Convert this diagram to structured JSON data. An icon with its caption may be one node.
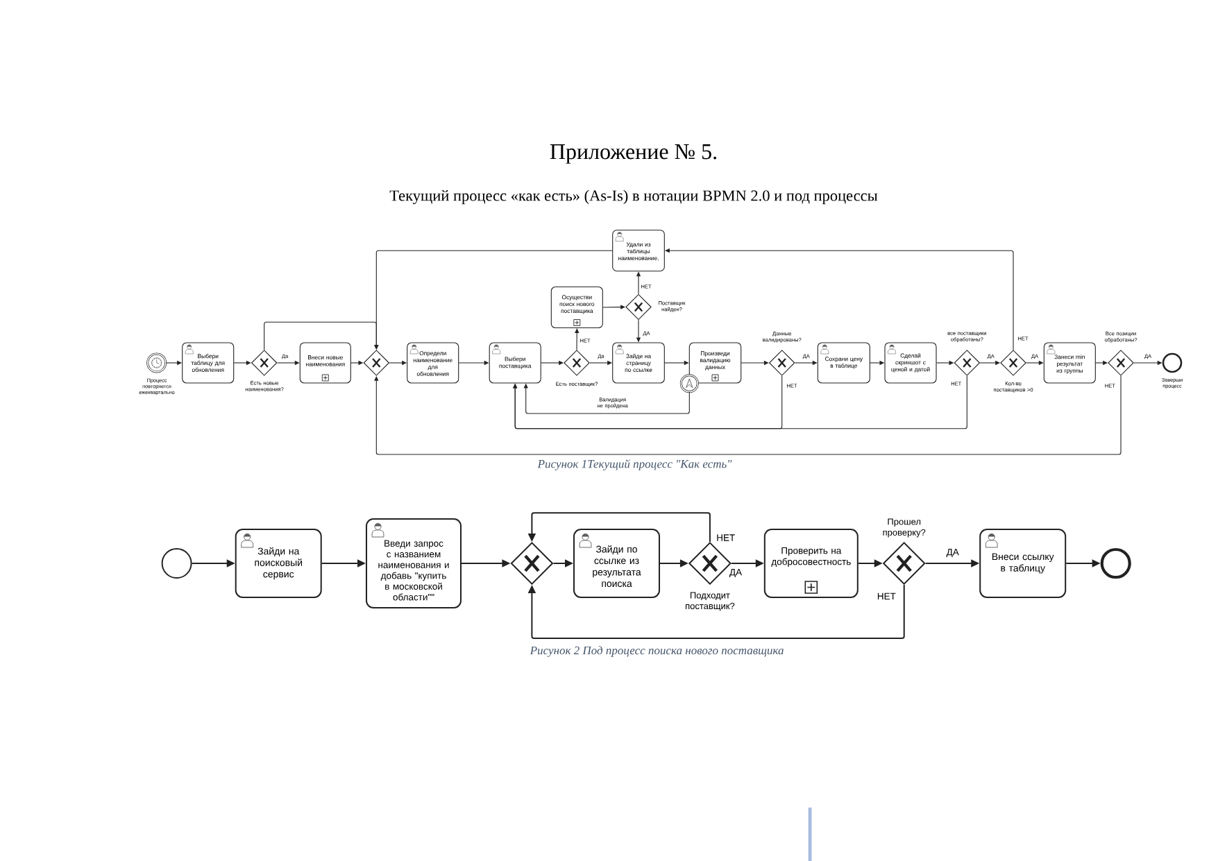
{
  "diagram": {
    "title": "Приложение № 5.",
    "nodes": [
      {
        "text": [],
        "shape": "circle",
        "beside": [
          "Процесс повторяется ежеквартально"
        ]
      },
      {
        "text": [
          "Выбери таблицу для обновления"
        ]
      },
      {
        "text": [],
        "shape": "diamond",
        "beside": [
          "Есть новые наименования?"
        ]
      },
      {
        "text": [
          "Внеси новые наименования"
        ]
      },
      {
        "text": [],
        "shape": "diamond"
      },
      {
        "text": [
          "Определи наименование для обновления"
        ]
      },
      {
        "text": [
          "Выбери поставщика"
        ]
      },
      {
        "text": [],
        "shape": "diamond",
        "beside": [
          "Есть поставщик?"
        ]
      },
      {
        "text": [
          "Осуществи поиск нового поставщика"
        ]
      },
      {
        "text": [],
        "shape": "diamond",
        "beside": [
          "Поставщик найден?"
        ]
      },
      {
        "text": [
          "Удали из таблицы наименование."
        ]
      },
      {
        "text": [
          "Зайди на страницу по ссылке"
        ]
      },
      {
        "text": [
          "Произведи валидацию данных"
        ]
      },
      {
        "text": [],
        "shape": "circle"
      },
      {
        "text": [],
        "shape": "diamond",
        "beside": [
          "Данные валидированы?"
        ]
      },
      {
        "text": [
          "Сохрани цену в таблице"
        ]
      },
      {
        "text": [
          "Сделай скриншот с ценой и датой"
        ]
      },
      {
        "text": [],
        "shape": "diamond",
        "beside": [
          "все поставщики обработаны?"
        ]
      },
      {
        "text": [],
        "shape": "diamond",
        "beside": [
          "Кол-во поставщиков >0"
        ]
      },
      {
        "text": [
          "Занеси min результат из группы"
        ]
      },
      {
        "text": [],
        "shape": "diamond",
        "beside": [
          "Все позиции обработаны?"
        ]
      },
      {
        "text": [],
        "shape": "circle",
        "beside": [
          "Заверши процесс"
        ]
      },
      {
        "text": [],
        "shape": "circle"
      },
      {
        "text": [
          "Зайди на поисковый сервис"
        ]
      },
      {
        "text": [
          "Введи запрос с названием наименования и добавь \"купить в московской области\"\""
        ]
      },
      {
        "text": [],
        "shape": "diamond"
      },
      {
        "text": [
          "Зайди по ссылке из результата поиска"
        ]
      },
      {
        "text": [],
        "shape": "diamond",
        "beside": [
          "Подходит поставщик?"
        ]
      },
      {
        "text": [
          "Проверить на добросовестность"
        ]
      },
      {
        "text": [],
        "shape": "diamond",
        "beside": [
          "Прошел проверку?"
        ]
      },
      {
        "text": [
          "Внеси ссылку в таблицу"
        ]
      },
      {
        "text": [],
        "shape": "circle"
      }
    ],
    "edges": [
      {
        "from": 0,
        "to": 1,
        "arrow": "to"
      },
      {
        "from": 1,
        "to": 2,
        "arrow": "to"
      },
      {
        "from": 2,
        "to": 3,
        "arrow": "to",
        "label": "Да"
      },
      {
        "from": 2,
        "to": 4,
        "arrow": "to"
      },
      {
        "from": 3,
        "to": 4,
        "arrow": "to"
      },
      {
        "from": 4,
        "to": 5,
        "arrow": "to"
      },
      {
        "from": 5,
        "to": 6,
        "arrow": "to"
      },
      {
        "from": 6,
        "to": 7,
        "arrow": "to"
      },
      {
        "from": 7,
        "to": 11,
        "arrow": "to",
        "label": "Да"
      },
      {
        "from": 7,
        "to": 8,
        "arrow": "to",
        "label": "НЕТ"
      },
      {
        "from": 8,
        "to": 9,
        "arrow": "to"
      },
      {
        "from": 9,
        "to": 10,
        "arrow": "to",
        "label": "НЕТ"
      },
      {
        "from": 9,
        "to": 11,
        "arrow": "to",
        "label": "ДА"
      },
      {
        "from": 10,
        "to": 4,
        "arrow": "to"
      },
      {
        "from": 11,
        "to": 12,
        "arrow": "to"
      },
      {
        "from": 13,
        "to": 6,
        "arrow": "to",
        "label": "Валидация не пройдена"
      },
      {
        "from": 12,
        "to": 14,
        "arrow": "to"
      },
      {
        "from": 14,
        "to": 15,
        "arrow": "to",
        "label": "ДА"
      },
      {
        "from": 14,
        "to": 6,
        "arrow": "to",
        "label": "НЕТ"
      },
      {
        "from": 15,
        "to": 16,
        "arrow": "to"
      },
      {
        "from": 16,
        "to": 17,
        "arrow": "to"
      },
      {
        "from": 17,
        "to": 18,
        "arrow": "to",
        "label": "ДА"
      },
      {
        "from": 17,
        "to": 6,
        "arrow": "to",
        "label": "НЕТ"
      },
      {
        "from": 18,
        "to": 19,
        "arrow": "to",
        "label": "ДА"
      },
      {
        "from": 18,
        "to": 10,
        "arrow": "to",
        "label": "НЕТ"
      },
      {
        "from": 19,
        "to": 20,
        "arrow": "to"
      },
      {
        "from": 20,
        "to": 21,
        "arrow": "to",
        "label": "ДА"
      },
      {
        "from": 20,
        "to": 4,
        "arrow": "to",
        "label": "НЕТ"
      },
      {
        "from": 22,
        "to": 23,
        "arrow": "to"
      },
      {
        "from": 23,
        "to": 24,
        "arrow": "to"
      },
      {
        "from": 24,
        "to": 25,
        "arrow": "to"
      },
      {
        "from": 25,
        "to": 26,
        "arrow": "to"
      },
      {
        "from": 26,
        "to": 27,
        "arrow": "to"
      },
      {
        "from": 27,
        "to": 25,
        "arrow": "to",
        "label": "НЕТ"
      },
      {
        "from": 27,
        "to": 28,
        "arrow": "to",
        "label": "ДА"
      },
      {
        "from": 28,
        "to": 29,
        "arrow": "to"
      },
      {
        "from": 29,
        "to": 30,
        "arrow": "to",
        "label": "ДА"
      },
      {
        "from": 29,
        "to": 25,
        "arrow": "to",
        "label": "НЕТ"
      },
      {
        "from": 30,
        "to": 31,
        "arrow": "to"
      }
    ],
    "labels": [
      "Текущий процесс «как есть» (As-Is) в нотации BPMN 2.0 и под процессы",
      "Рисунок 1Текущий процесс \"Как есть\"",
      "Рисунок 2 Под процесс поиска нового поставщика"
    ]
  }
}
